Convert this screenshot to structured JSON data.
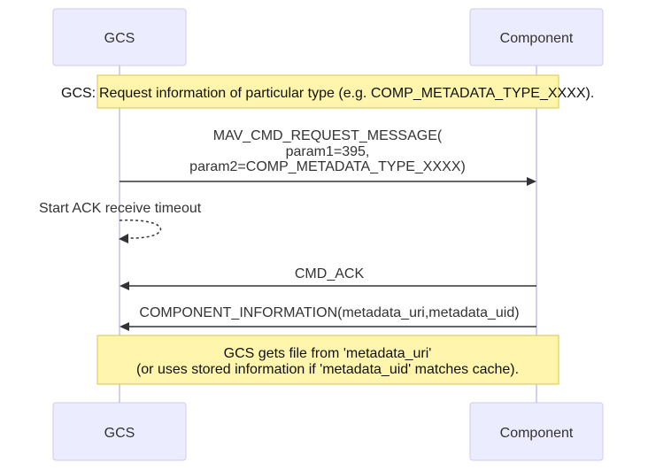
{
  "actors": {
    "gcs_top": "GCS",
    "component_top": "Component",
    "gcs_bottom": "GCS",
    "component_bottom": "Component"
  },
  "notes": {
    "request_info_prefix": "GCS:",
    "request_info": "Request information of particular type (e.g. COMP_METADATA_TYPE_XXXX).",
    "gets_file_line1": "GCS gets file from 'metadata_uri'",
    "gets_file_line2": "(or uses stored information if 'metadata_uid' matches cache)."
  },
  "messages": {
    "request_message_line1": "MAV_CMD_REQUEST_MESSAGE(",
    "request_message_line2": "param1=395,",
    "request_message_line3": "param2=COMP_METADATA_TYPE_XXXX)",
    "start_timeout": "Start ACK receive timeout",
    "cmd_ack": "CMD_ACK",
    "component_information": "COMPONENT_INFORMATION(metadata_uri,metadata_uid)"
  }
}
